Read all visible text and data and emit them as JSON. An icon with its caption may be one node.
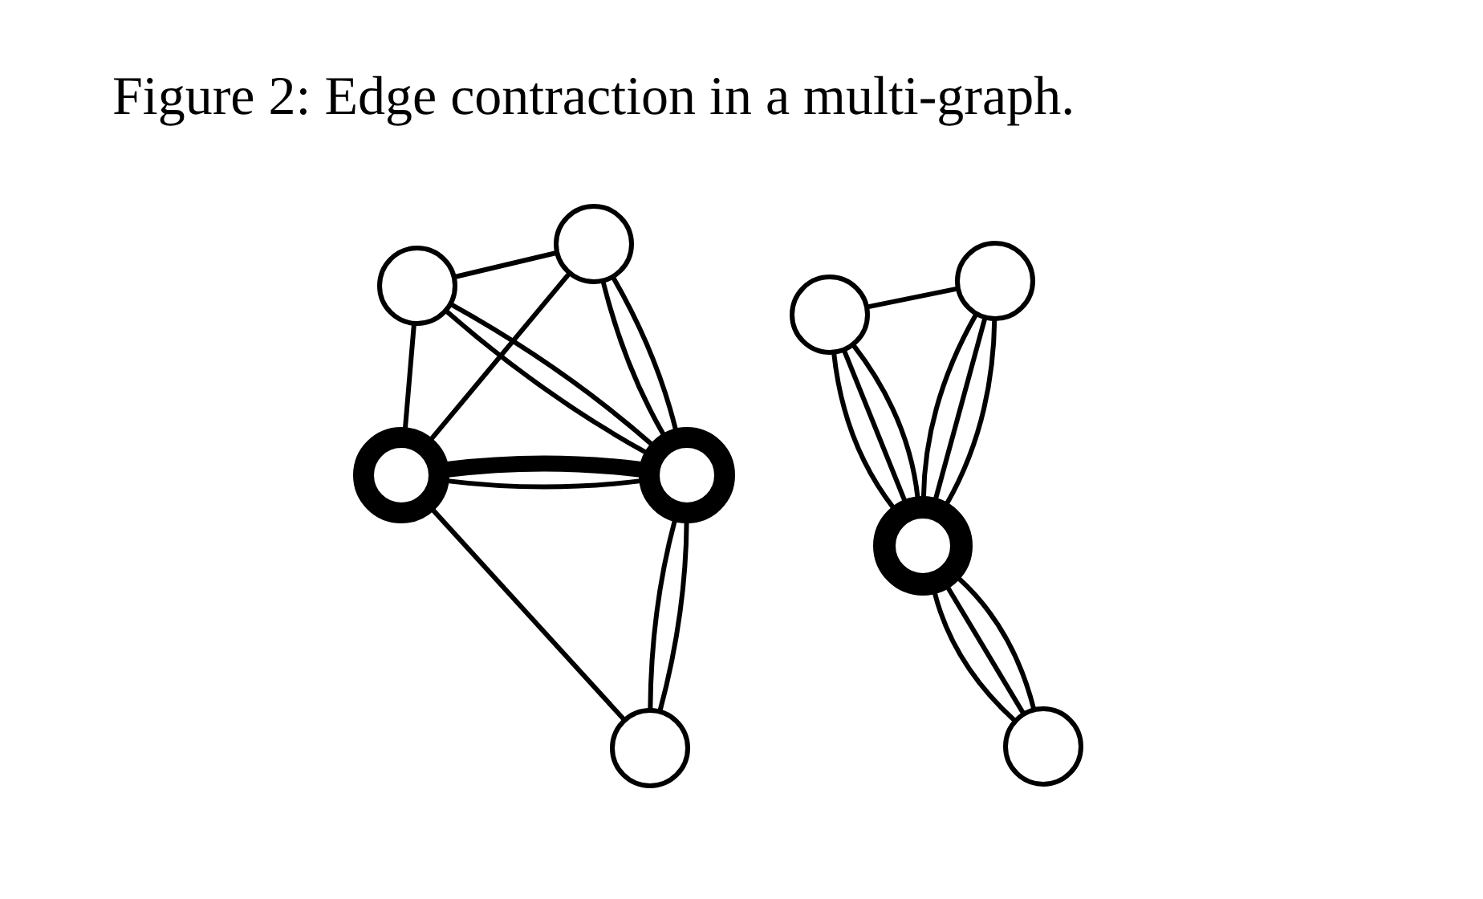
{
  "diagram": {
    "title": "Figure 2: Edge contraction in a multi-graph.",
    "nodes": [
      {
        "text": [],
        "shape": "circle"
      },
      {
        "text": [],
        "shape": "circle"
      },
      {
        "text": [],
        "shape": "circle"
      },
      {
        "text": [],
        "shape": "circle"
      },
      {
        "text": [],
        "shape": "circle"
      },
      {
        "text": [],
        "shape": "circle"
      },
      {
        "text": [],
        "shape": "circle"
      },
      {
        "text": [],
        "shape": "circle"
      },
      {
        "text": [],
        "shape": "circle"
      }
    ],
    "edges": [
      {
        "from": 0,
        "to": 1,
        "arrow": "none"
      },
      {
        "from": 0,
        "to": 2,
        "arrow": "none"
      },
      {
        "from": 0,
        "to": 3,
        "arrow": "none"
      },
      {
        "from": 0,
        "to": 3,
        "arrow": "none"
      },
      {
        "from": 1,
        "to": 2,
        "arrow": "none"
      },
      {
        "from": 1,
        "to": 3,
        "arrow": "none"
      },
      {
        "from": 1,
        "to": 3,
        "arrow": "none"
      },
      {
        "from": 2,
        "to": 3,
        "arrow": "none",
        "style": "thick"
      },
      {
        "from": 2,
        "to": 3,
        "arrow": "none"
      },
      {
        "from": 2,
        "to": 4,
        "arrow": "none"
      },
      {
        "from": 3,
        "to": 4,
        "arrow": "none"
      },
      {
        "from": 3,
        "to": 4,
        "arrow": "none"
      },
      {
        "from": 5,
        "to": 6,
        "arrow": "none"
      },
      {
        "from": 5,
        "to": 7,
        "arrow": "none"
      },
      {
        "from": 5,
        "to": 7,
        "arrow": "none"
      },
      {
        "from": 5,
        "to": 7,
        "arrow": "none"
      },
      {
        "from": 6,
        "to": 7,
        "arrow": "none"
      },
      {
        "from": 6,
        "to": 7,
        "arrow": "none"
      },
      {
        "from": 6,
        "to": 7,
        "arrow": "none"
      },
      {
        "from": 7,
        "to": 8,
        "arrow": "none"
      },
      {
        "from": 7,
        "to": 8,
        "arrow": "none"
      },
      {
        "from": 7,
        "to": 8,
        "arrow": "none"
      }
    ]
  }
}
